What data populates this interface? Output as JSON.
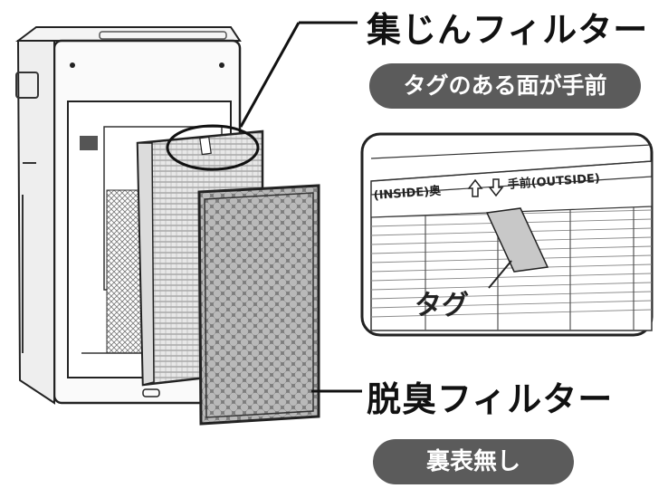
{
  "labels": {
    "dust_filter": "集じんフィルター",
    "dust_filter_note": "タグのある面が手前",
    "deodorize_filter": "脱臭フィルター",
    "deodorize_filter_note": "裏表無し",
    "tag": "タグ",
    "inside_text": "(INSIDE)奥",
    "outside_text": "手前(OUTSIDE)"
  },
  "icons": {
    "up_arrow": "up-arrow-icon",
    "down_arrow": "down-arrow-icon"
  },
  "colors": {
    "pill_bg": "#5b5b5b",
    "line": "#222222",
    "tag_fill": "#c8c8c8",
    "deodorize_fill": "#8a8a8a"
  }
}
